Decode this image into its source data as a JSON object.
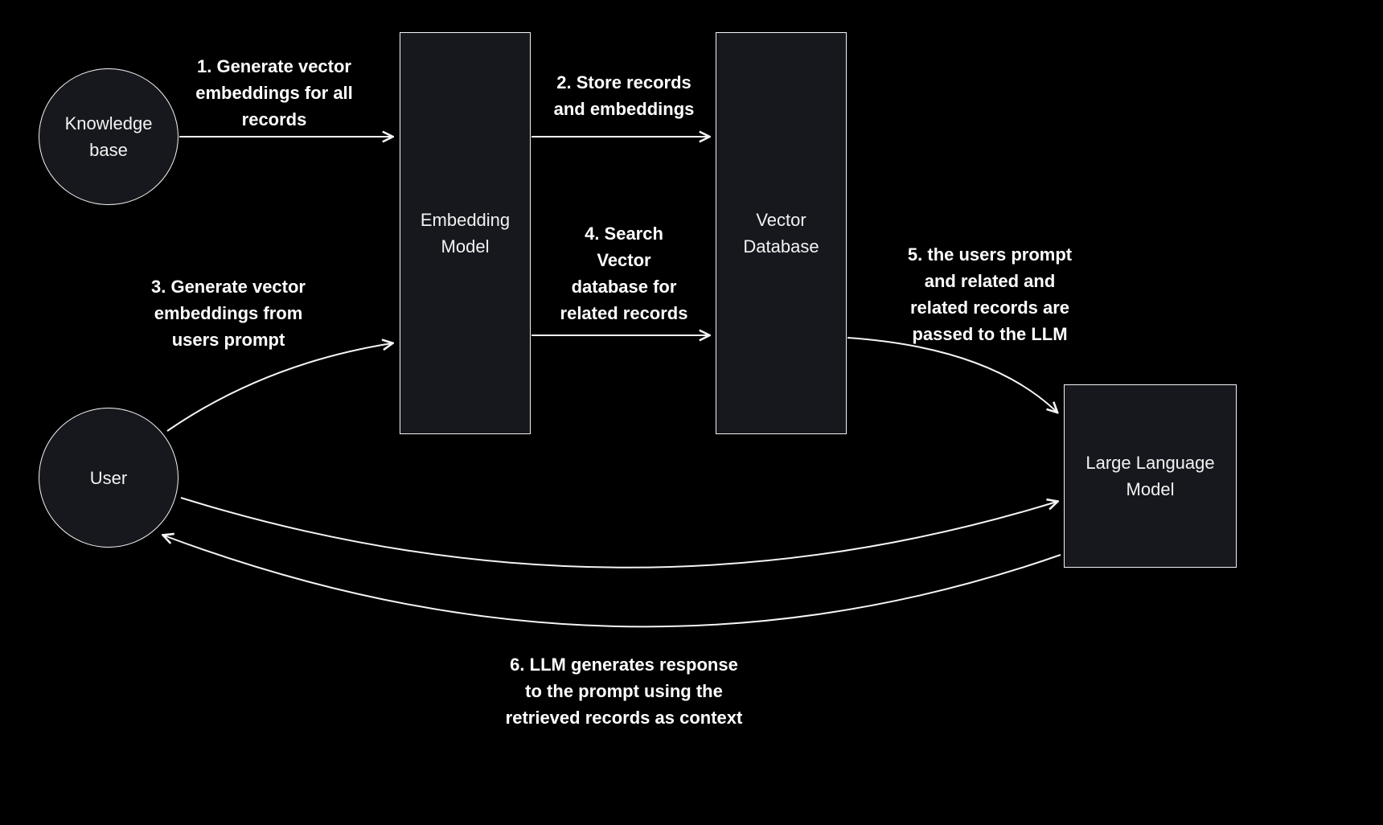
{
  "diagram": {
    "title": "RAG pipeline diagram",
    "colors": {
      "background": "#000000",
      "node_fill": "#16181d",
      "stroke": "#f5f5f5",
      "text": "#f2f2f2"
    },
    "nodes": {
      "knowledge_base": {
        "label": "Knowledge\nbase"
      },
      "embedding_model": {
        "label": "Embedding\nModel"
      },
      "vector_database": {
        "label": "Vector\nDatabase"
      },
      "user": {
        "label": "User"
      },
      "llm": {
        "label": "Large Language\nModel"
      }
    },
    "labels": {
      "step1": "1. Generate vector\nembeddings for all\nrecords",
      "step2": "2. Store records\nand embeddings",
      "step3": "3. Generate vector\nembeddings from\nusers prompt",
      "step4": "4. Search\nVector\ndatabase for\nrelated records",
      "step5": "5. the users prompt\nand related and\nrelated records are\npassed to the LLM",
      "step6": "6. LLM generates response\nto the prompt using the\nretrieved records as context"
    }
  }
}
